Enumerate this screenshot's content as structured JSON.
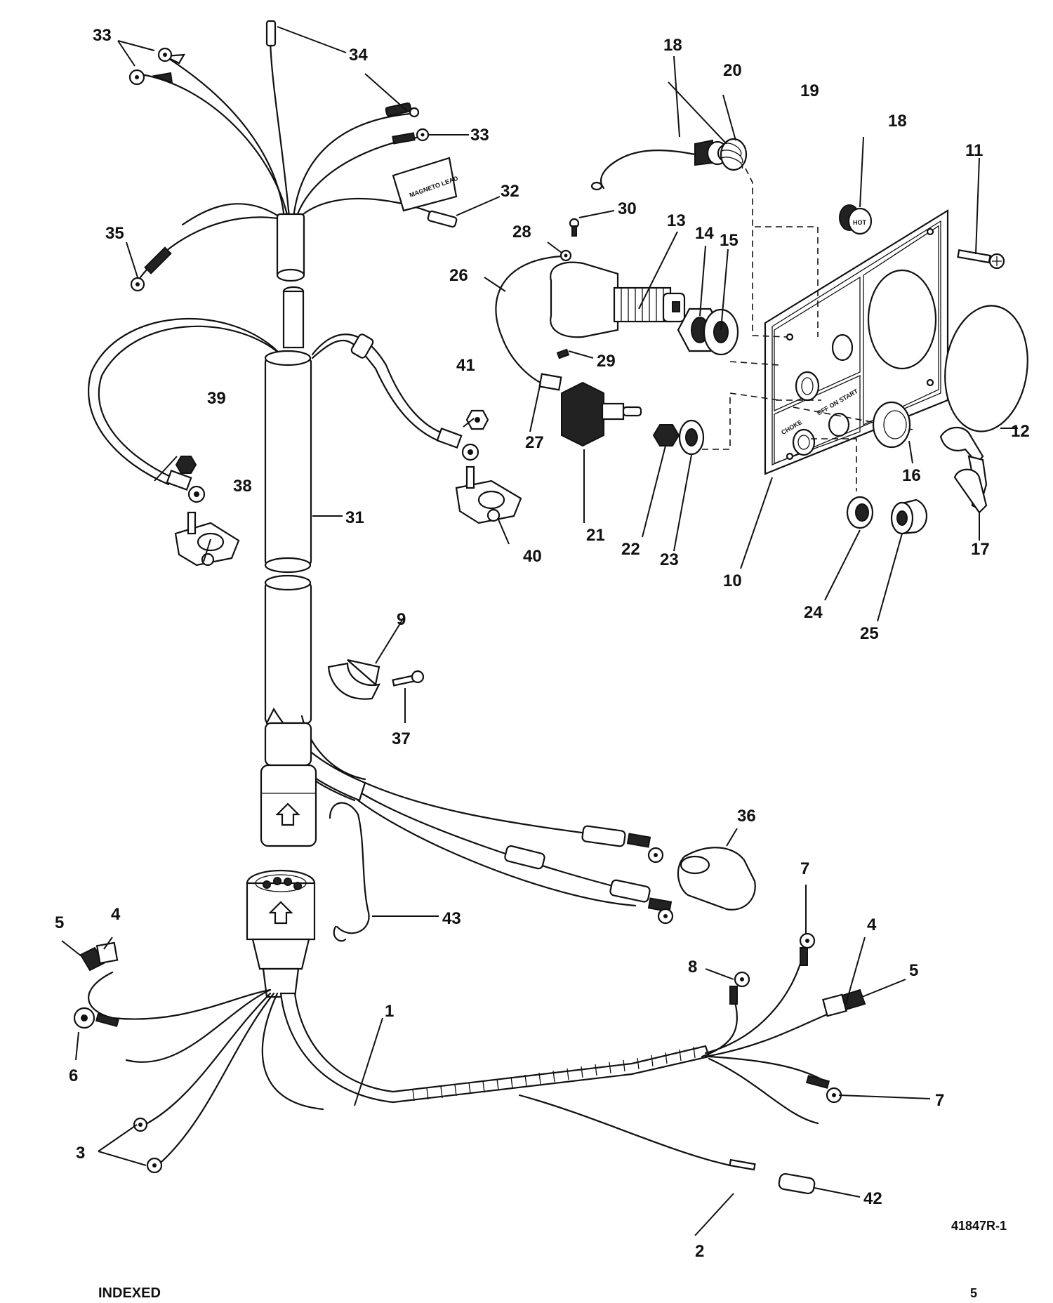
{
  "figure_id": "41847R-1",
  "footer_text": "INDEXED",
  "page_mark": "5",
  "panel_labels": {
    "choke": "CHOKE",
    "off_on_start": "OFF ON START",
    "hot": "HOT"
  },
  "tag_label": "MAGNETO LEAD",
  "callouts": [
    {
      "id": "c1",
      "text": "1"
    },
    {
      "id": "c2",
      "text": "2"
    },
    {
      "id": "c3",
      "text": "3"
    },
    {
      "id": "c4a",
      "text": "4"
    },
    {
      "id": "c4b",
      "text": "4"
    },
    {
      "id": "c5a",
      "text": "5"
    },
    {
      "id": "c5b",
      "text": "5"
    },
    {
      "id": "c6",
      "text": "6"
    },
    {
      "id": "c7a",
      "text": "7"
    },
    {
      "id": "c7b",
      "text": "7"
    },
    {
      "id": "c8",
      "text": "8"
    },
    {
      "id": "c9",
      "text": "9"
    },
    {
      "id": "c10",
      "text": "10"
    },
    {
      "id": "c11",
      "text": "11"
    },
    {
      "id": "c12",
      "text": "12"
    },
    {
      "id": "c13",
      "text": "13"
    },
    {
      "id": "c14",
      "text": "14"
    },
    {
      "id": "c15",
      "text": "15"
    },
    {
      "id": "c16",
      "text": "16"
    },
    {
      "id": "c17",
      "text": "17"
    },
    {
      "id": "c18a",
      "text": "18"
    },
    {
      "id": "c18b",
      "text": "18"
    },
    {
      "id": "c19",
      "text": "19"
    },
    {
      "id": "c20",
      "text": "20"
    },
    {
      "id": "c21",
      "text": "21"
    },
    {
      "id": "c22",
      "text": "22"
    },
    {
      "id": "c23",
      "text": "23"
    },
    {
      "id": "c24",
      "text": "24"
    },
    {
      "id": "c25",
      "text": "25"
    },
    {
      "id": "c26",
      "text": "26"
    },
    {
      "id": "c27",
      "text": "27"
    },
    {
      "id": "c28",
      "text": "28"
    },
    {
      "id": "c29",
      "text": "29"
    },
    {
      "id": "c30",
      "text": "30"
    },
    {
      "id": "c31",
      "text": "31"
    },
    {
      "id": "c32",
      "text": "32"
    },
    {
      "id": "c33a",
      "text": "33"
    },
    {
      "id": "c33b",
      "text": "33"
    },
    {
      "id": "c34",
      "text": "34"
    },
    {
      "id": "c35",
      "text": "35"
    },
    {
      "id": "c36",
      "text": "36"
    },
    {
      "id": "c37",
      "text": "37"
    },
    {
      "id": "c38",
      "text": "38"
    },
    {
      "id": "c39",
      "text": "39"
    },
    {
      "id": "c40",
      "text": "40"
    },
    {
      "id": "c41",
      "text": "41"
    },
    {
      "id": "c42",
      "text": "42"
    },
    {
      "id": "c43",
      "text": "43"
    }
  ]
}
